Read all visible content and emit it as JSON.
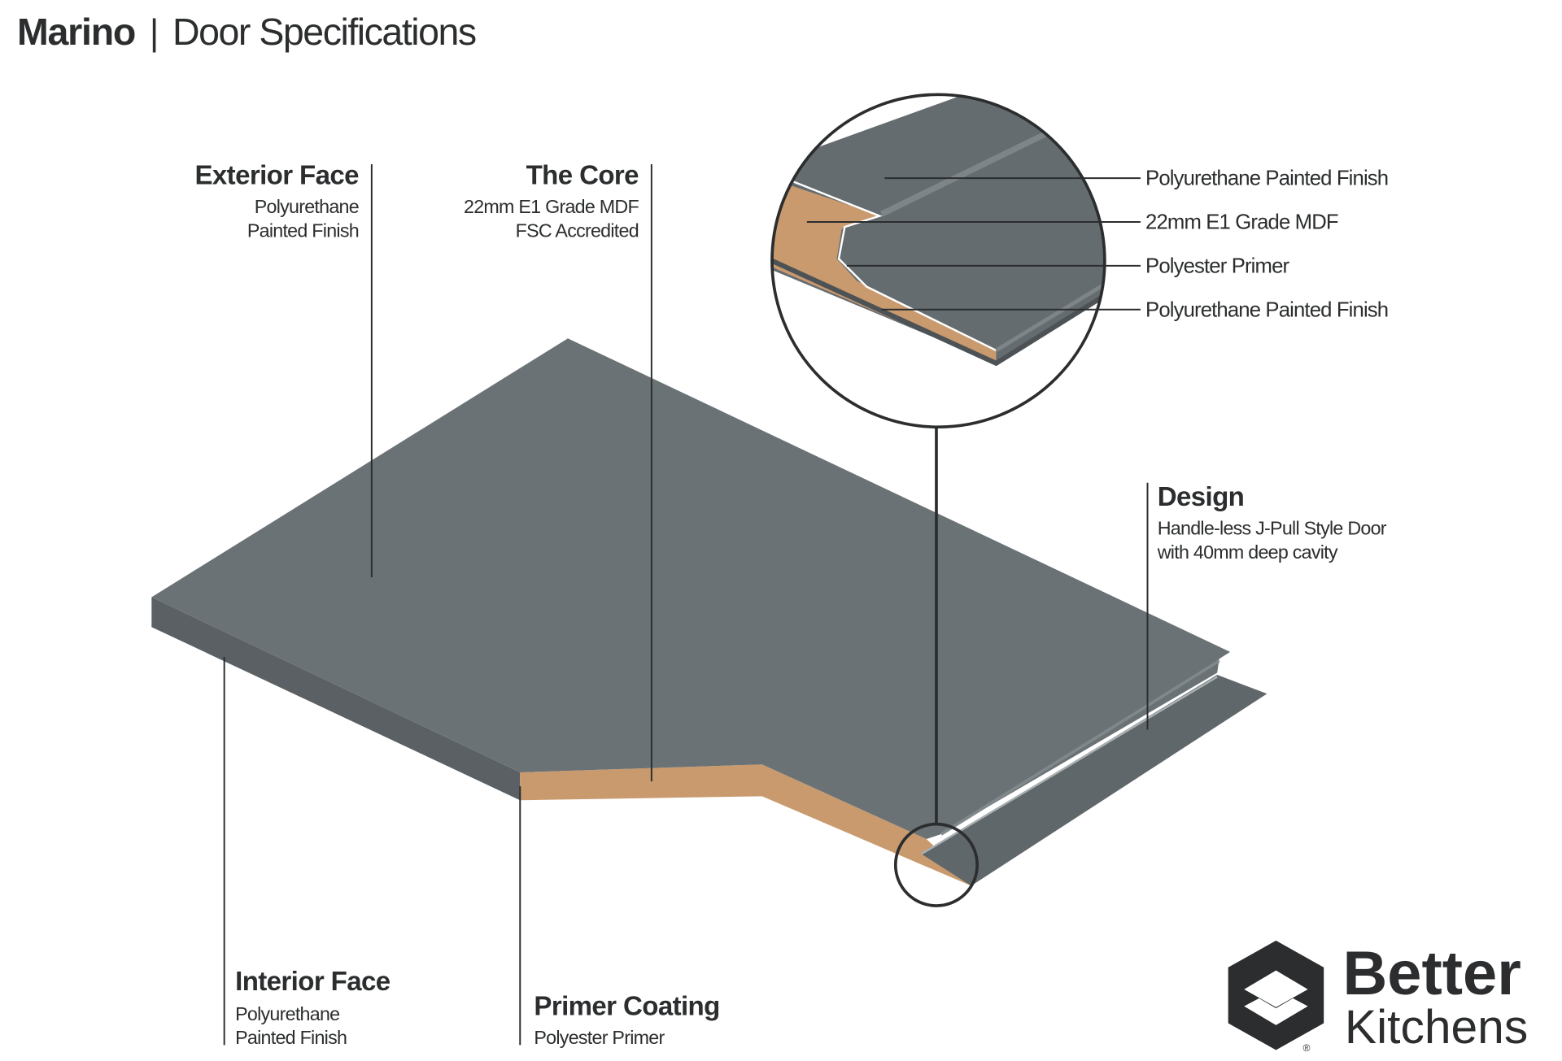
{
  "header": {
    "brand": "Marino",
    "separator": "|",
    "subtitle": "Door Specifications"
  },
  "labels": {
    "exterior": {
      "title": "Exterior Face",
      "line1": "Polyurethane",
      "line2": "Painted Finish"
    },
    "core": {
      "title": "The Core",
      "line1": "22mm E1 Grade MDF",
      "line2": "FSC Accredited"
    },
    "design": {
      "title": "Design",
      "line1": "Handle-less J-Pull Style Door",
      "line2": "with 40mm deep cavity"
    },
    "interior": {
      "title": "Interior Face",
      "line1": "Polyurethane",
      "line2": "Painted Finish"
    },
    "primer": {
      "title": "Primer Coating",
      "line1": "Polyester Primer"
    }
  },
  "detail_callouts": [
    "Polyurethane Painted Finish",
    "22mm E1 Grade MDF",
    "Polyester Primer",
    "Polyurethane Painted Finish"
  ],
  "logo": {
    "line1": "Better",
    "line2": "Kitchens",
    "mark": "®"
  },
  "colors": {
    "paint": "#6b7275",
    "paint_dark": "#5a6063",
    "mdf": "#c99a6e",
    "ink": "#2b2d2e"
  }
}
